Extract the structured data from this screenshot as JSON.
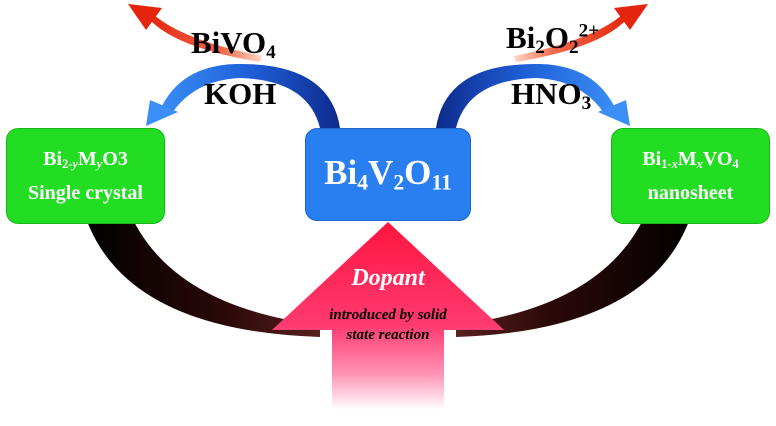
{
  "center_compound": {
    "main": "Bi",
    "s1": "4",
    "el2": "V",
    "s2": "2",
    "el3": "O",
    "s3": "11"
  },
  "left_product": {
    "line1": {
      "a": "Bi",
      "sub1": "2-",
      "sub1_var": "y",
      "b": "M",
      "sub2_var": "y",
      "c": "O3"
    },
    "line2": "Single crystal"
  },
  "right_product": {
    "line1": {
      "a": "Bi",
      "sub1": "1-",
      "sub1_var": "x",
      "b": "M",
      "sub2_var": "x",
      "c": "VO",
      "sub3": "4"
    },
    "line2": "nanosheet"
  },
  "left_reaction": {
    "byproduct": {
      "a": "BiVO",
      "sub": "4"
    },
    "reagent": "KOH"
  },
  "right_reaction": {
    "byproduct": {
      "a": "Bi",
      "sub": "2",
      "b": "O",
      "sub2": "2",
      "sup": "2+"
    },
    "reagent": {
      "a": "HNO",
      "sub": "3"
    }
  },
  "dopant": {
    "title": "Dopant",
    "subtitle_line1": "introduced by solid",
    "subtitle_line2": "state reaction"
  },
  "colors": {
    "green_box": "#22dd22",
    "blue_box": "#2a7ff0",
    "curved_arrow_blue": "#2a7ff0",
    "byproduct_arrow_red": "#ee2a1a",
    "dopant_arrow_red": "#ff1a40",
    "connector_dark": "#1a0505"
  }
}
